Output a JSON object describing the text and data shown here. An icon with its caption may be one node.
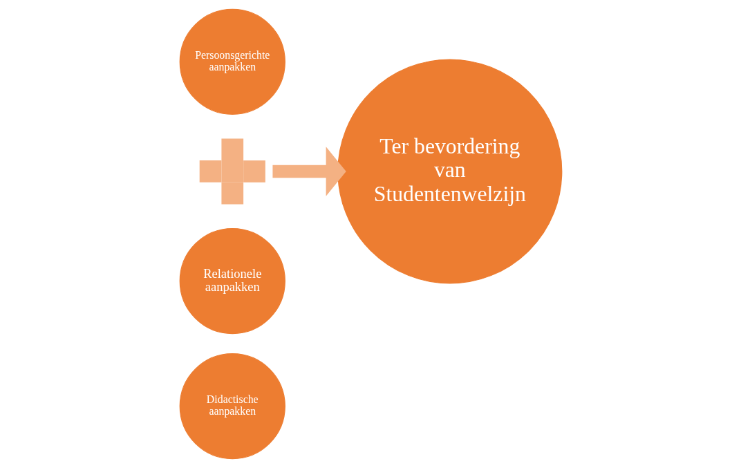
{
  "diagram": {
    "nodes": [
      {
        "text": [
          "Didactische aanpakken"
        ]
      },
      {
        "text": [
          "Relationele aanpakken"
        ]
      },
      {
        "text": [],
        "shape": "cross"
      },
      {
        "text": [
          "Persoonsgerichte aanpakken"
        ]
      },
      {
        "text": [
          "Ter bevordering van Studentenwelzijn"
        ]
      }
    ],
    "edges": [
      {
        "from": 2,
        "to": 4,
        "arrow": "to",
        "color": "#f4b183"
      }
    ]
  }
}
